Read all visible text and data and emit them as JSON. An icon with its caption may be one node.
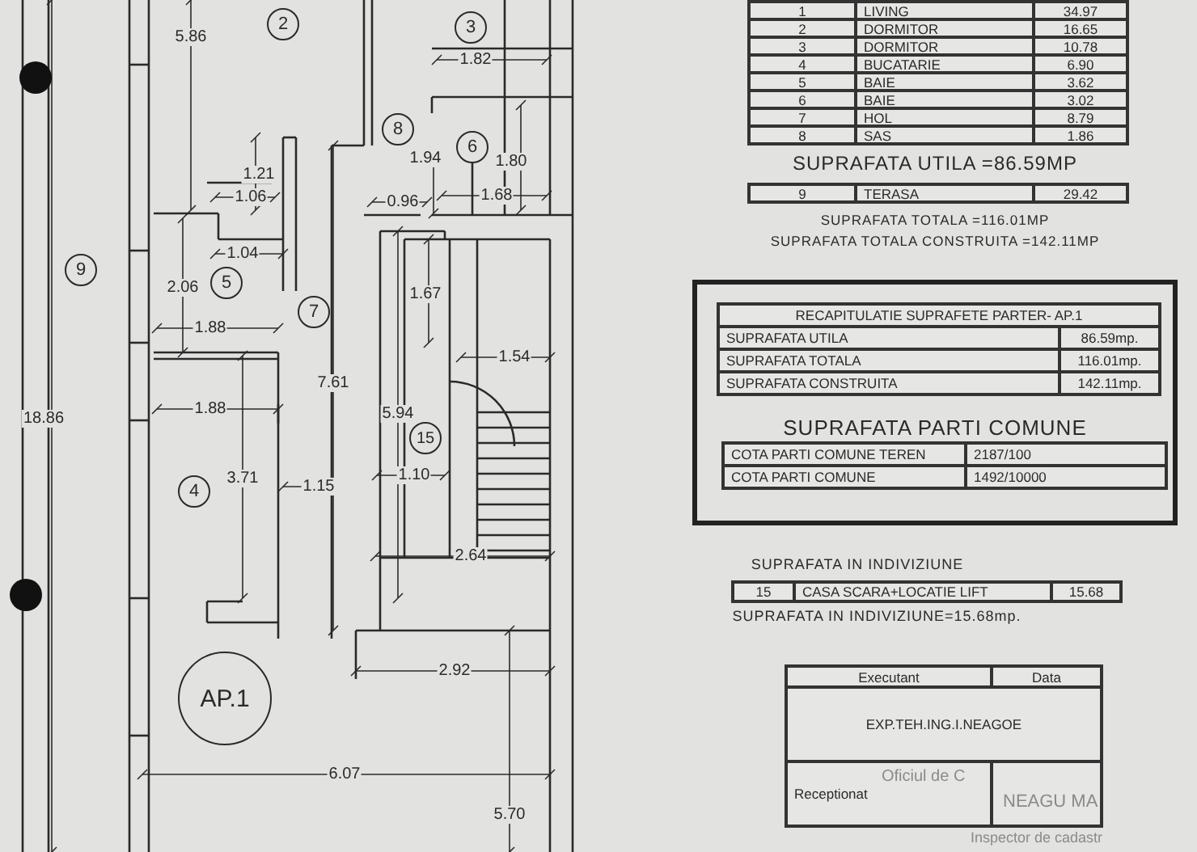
{
  "diagram": {
    "nodes": [
      {
        "text": [
          "2"
        ]
      },
      {
        "text": [
          "3"
        ]
      },
      {
        "text": [
          "8"
        ]
      },
      {
        "text": [
          "6"
        ]
      },
      {
        "text": [
          "9"
        ]
      },
      {
        "text": [
          "5"
        ]
      },
      {
        "text": [
          "7"
        ]
      },
      {
        "text": [
          "15"
        ]
      },
      {
        "text": [
          "4"
        ]
      },
      {
        "text": [
          "AP.1"
        ]
      }
    ],
    "labels": [
      "5.86",
      "1.82",
      "1.94",
      "1.80",
      "1.21",
      "1.06",
      "0.96",
      "1.68",
      "1.04",
      "2.06",
      "1.67",
      "1.88",
      "1.54",
      "7.61",
      "18.86",
      "1.88",
      "5.94",
      "3.71",
      "1.15",
      "1.10",
      "2.64",
      "2.92",
      "6.07",
      "5.70",
      "1",
      "LIVING",
      "34.97",
      "2",
      "DORMITOR",
      "16.65",
      "3",
      "DORMITOR",
      "10.78",
      "4",
      "BUCATARIE",
      "6.90",
      "5",
      "BAIE",
      "3.62",
      "6",
      "BAIE",
      "3.02",
      "7",
      "HOL",
      "8.79",
      "8",
      "SAS",
      "1.86",
      "SUPRAFATA UTILA =86.59MP",
      "9",
      "TERASA",
      "29.42",
      "SUPRAFATA TOTALA =116.01MP",
      "SUPRAFATA TOTALA CONSTRUITA =142.11MP",
      "RECAPITULATIE SUPRAFETE PARTER- AP.1",
      "SUPRAFATA UTILA",
      "86.59mp.",
      "SUPRAFATA TOTALA",
      "116.01mp.",
      "SUPRAFATA CONSTRUITA",
      "142.11mp.",
      "SUPRAFATA PARTI COMUNE",
      "COTA PARTI COMUNE TEREN",
      "2187/100",
      "COTA PARTI COMUNE",
      "1492/10000",
      "SUPRAFATA IN INDIVIZIUNE",
      "15",
      "CASA SCARA+LOCATIE LIFT",
      "15.68",
      "SUPRAFATA IN INDIVIZIUNE=15.68mp.",
      "Executant",
      "Data",
      "EXP.TEH.ING.I.NEAGOE",
      "Receptionat",
      "Oficiul de C",
      "NEAGU MA",
      "Inspector de cadastr"
    ]
  }
}
